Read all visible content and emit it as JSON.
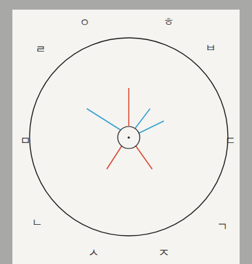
{
  "diagram": {
    "labels": [
      "ㅇ",
      "ㅎ",
      "ㄹ",
      "ㅂ",
      "ㅁ",
      "ㄷ",
      "ㄴ",
      "ㄱ",
      "ㅅ",
      "ㅈ"
    ]
  }
}
